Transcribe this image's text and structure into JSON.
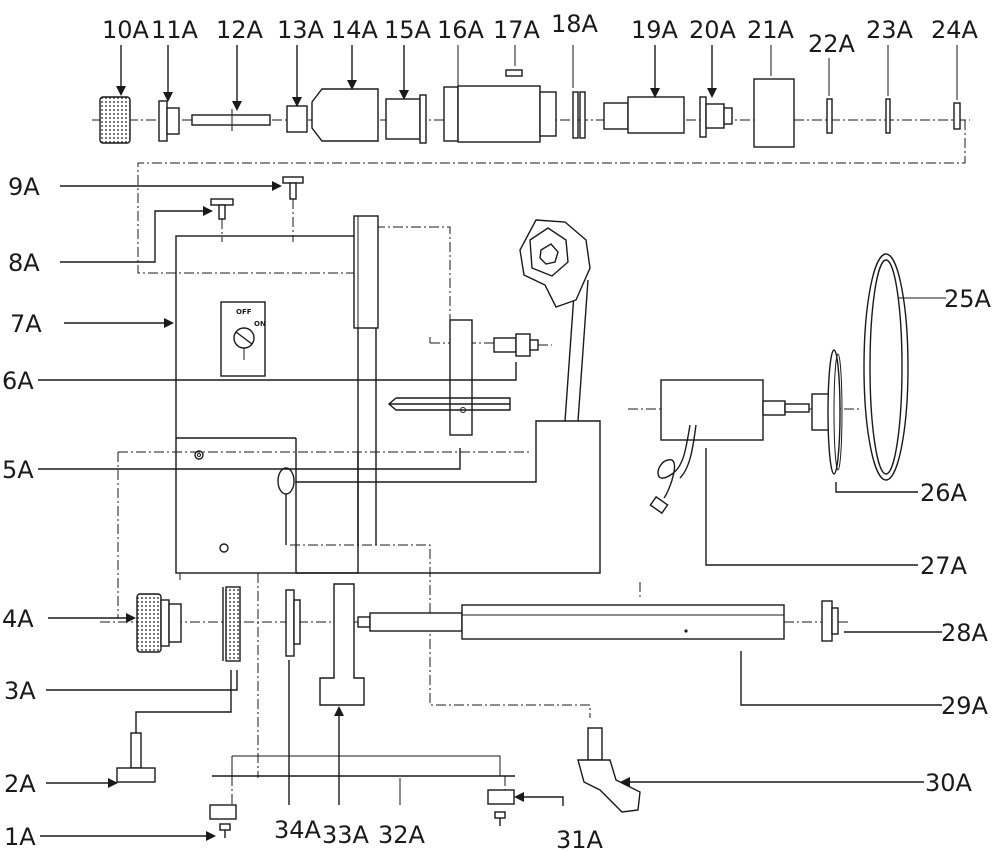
{
  "diagram": {
    "labels": [
      "1A",
      "2A",
      "3A",
      "4A",
      "5A",
      "6A",
      "7A",
      "8A",
      "9A",
      "10A",
      "11A",
      "12A",
      "13A",
      "14A",
      "15A",
      "16A",
      "17A",
      "18A",
      "19A",
      "20A",
      "21A",
      "22A",
      "23A",
      "24A",
      "25A",
      "26A",
      "27A",
      "28A",
      "29A",
      "30A",
      "31A",
      "32A",
      "33A",
      "34A"
    ],
    "switch": {
      "off": "OFF",
      "on": "ON"
    }
  }
}
